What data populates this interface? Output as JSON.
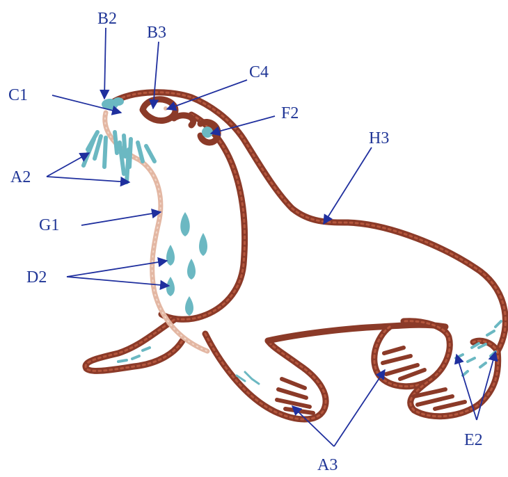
{
  "labels": {
    "b2": "B2",
    "b3": "B3",
    "c1": "C1",
    "c4": "C4",
    "f2": "F2",
    "h3": "H3",
    "a2": "A2",
    "g1": "G1",
    "d2": "D2",
    "a3": "A3",
    "e2": "E2"
  },
  "colors": {
    "label": "#1f3596",
    "arrow": "#1f2f9e",
    "outline_chain": "#8b3a28",
    "belly_line": "#e3b7a3",
    "spots": "#6bb8c2"
  }
}
